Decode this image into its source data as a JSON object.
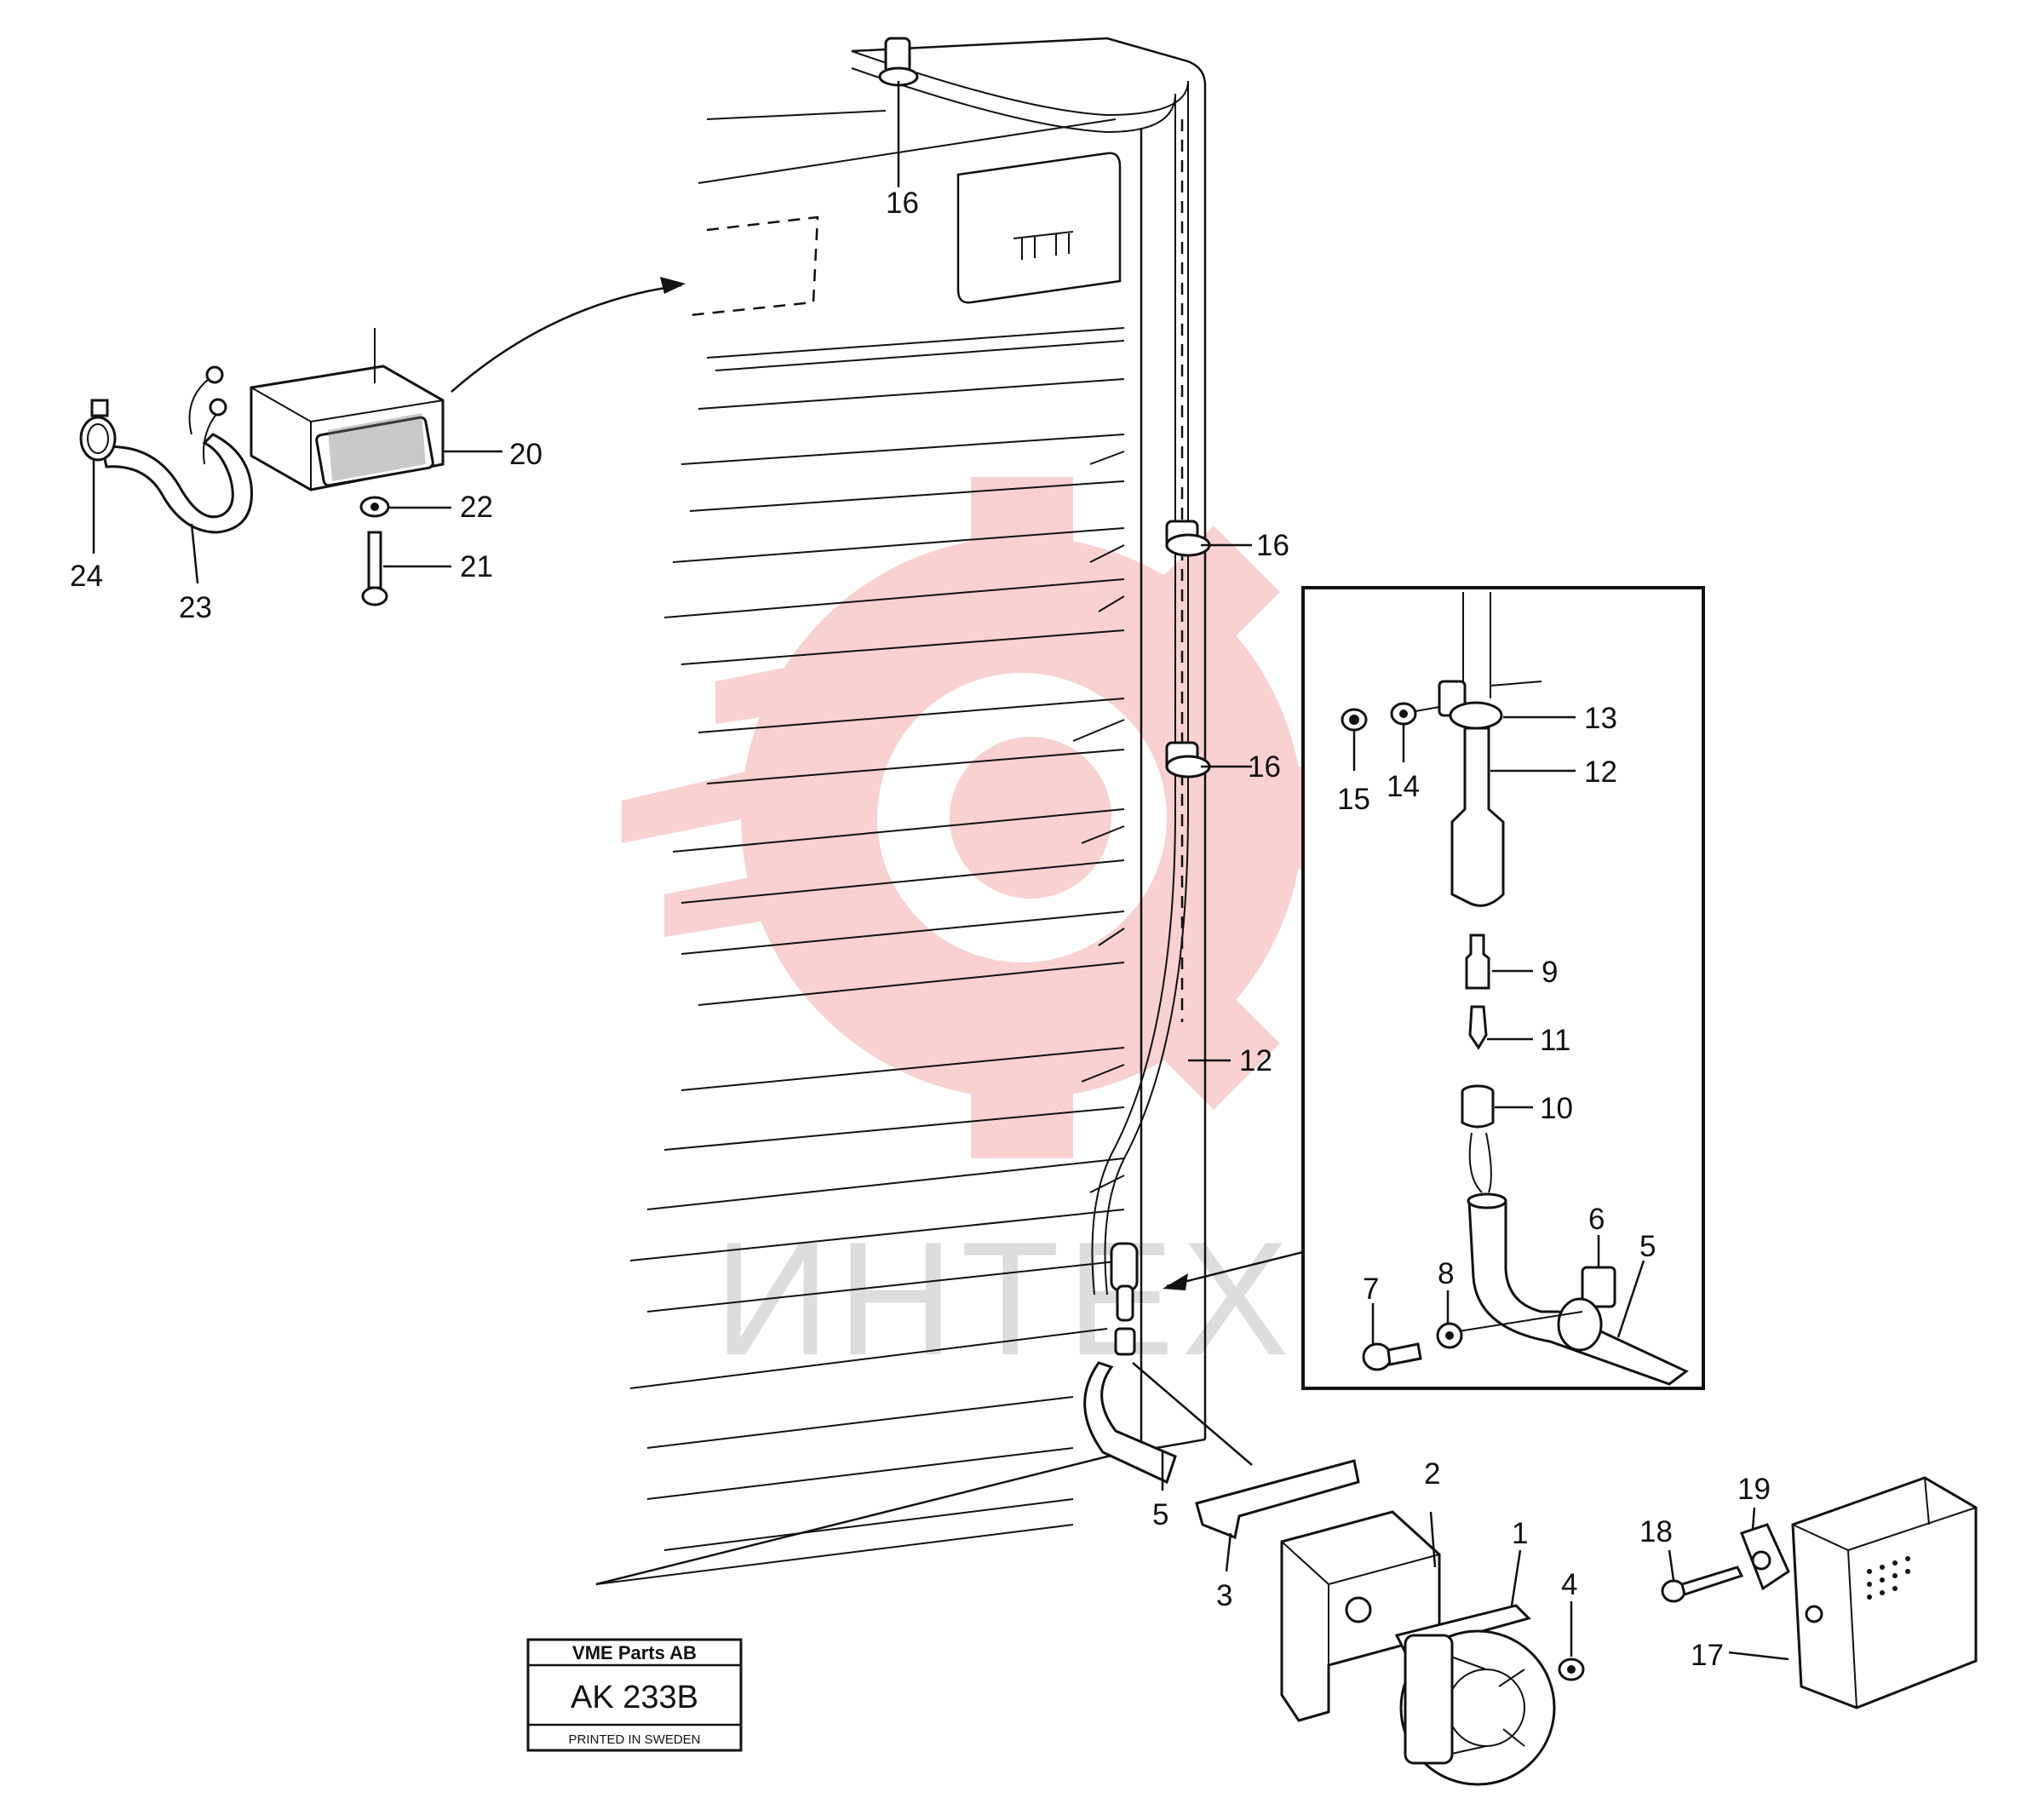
{
  "callouts": [
    "16",
    "20",
    "22",
    "21",
    "24",
    "23",
    "16",
    "16",
    "13",
    "15",
    "14",
    "12",
    "9",
    "11",
    "12",
    "10",
    "6",
    "5",
    "7",
    "8",
    "5",
    "3",
    "2",
    "1",
    "4",
    "18",
    "19",
    "17"
  ],
  "stamp": {
    "company": "VME Parts AB",
    "code": "AK 233B",
    "printed": "PRINTED IN SWEDEN"
  },
  "watermark": {
    "text": "ИНТЕХ",
    "color": "#f5a0a0"
  },
  "colors": {
    "ink": "#111111",
    "background": "#ffffff"
  }
}
